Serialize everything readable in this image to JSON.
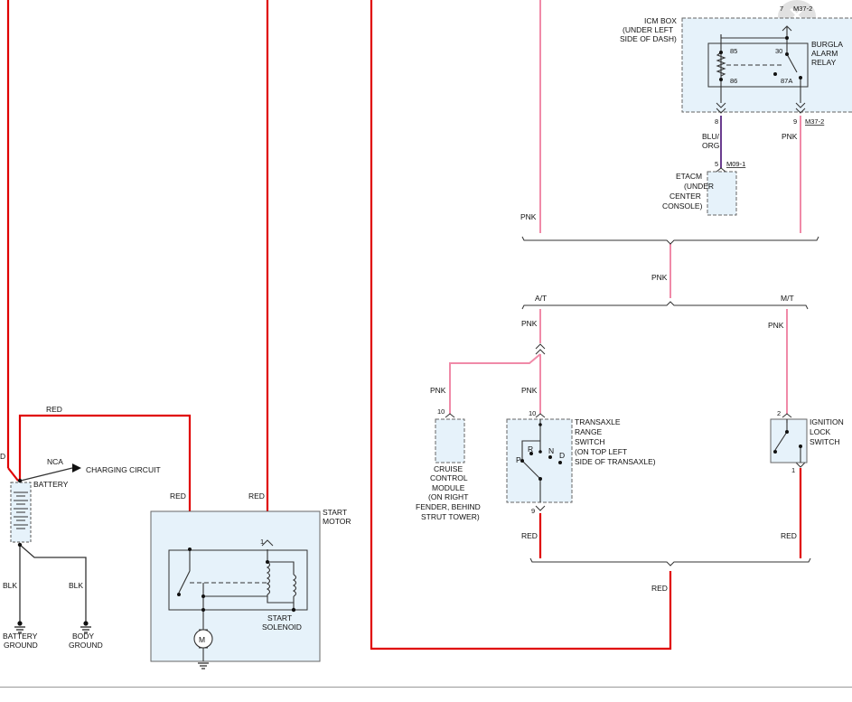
{
  "colors": {
    "red_wire": "#e00000",
    "pink_wire": "#f08aa8",
    "purple_wire": "#6a3d8f",
    "component_fill": "#e6f2fa",
    "component_border": "#666666"
  },
  "close_icon": "close-icon",
  "labels": {
    "left_d": "D",
    "red_top": "RED",
    "nca": "NCA",
    "charging_circuit": "CHARGING CIRCUIT",
    "battery": "BATTERY",
    "blk_left": "BLK",
    "blk_right": "BLK",
    "battery_ground": [
      "BATTERY",
      "GROUND"
    ],
    "body_ground": [
      "BODY",
      "GROUND"
    ],
    "red_solenoid_left": "RED",
    "red_solenoid_right": "RED",
    "pin_1_solenoid": "1",
    "start_motor": [
      "START",
      "MOTOR"
    ],
    "start_solenoid": [
      "START",
      "SOLENOID"
    ],
    "motor_m": "M",
    "icm_box": [
      "ICM BOX",
      "(UNDER LEFT",
      "SIDE OF DASH)"
    ],
    "relay_label": [
      "BURGLA",
      "ALARM",
      "RELAY"
    ],
    "pin_85": "85",
    "pin_86": "86",
    "pin_30": "30",
    "pin_87a": "87A",
    "conn_m37_2_top": "M37-2",
    "pin_7": "7",
    "pin_8": "8",
    "pin_9_icm": "9",
    "conn_m37_2": "M37-2",
    "blu_org": [
      "BLU/",
      "ORG"
    ],
    "pnk_icm": "PNK",
    "pin_5": "5",
    "conn_m09_1": "M09-1",
    "etacm": [
      "ETACM",
      "(UNDER",
      "CENTER",
      "CONSOLE)"
    ],
    "pnk_left_vertical": "PNK",
    "pnk_center": "PNK",
    "at": "A/T",
    "mt": "M/T",
    "pnk_at": "PNK",
    "pnk_mt": "PNK",
    "pnk_cruise": "PNK",
    "pnk_trs": "PNK",
    "pin_10_cruise": "10",
    "pin_10_trs": "10",
    "cruise": [
      "CRUISE",
      "CONTROL",
      "MODULE",
      "(ON RIGHT",
      "FENDER, BEHIND",
      "STRUT TOWER)"
    ],
    "trs": [
      "TRANSAXLE",
      "RANGE",
      "SWITCH",
      "(ON TOP LEFT",
      "SIDE OF TRANSAXLE)"
    ],
    "gear_p": "P",
    "gear_r": "R",
    "gear_n": "N",
    "gear_d": "D",
    "pin_9_trs": "9",
    "red_trs": "RED",
    "pin_2_ign": "2",
    "pin_1_ign": "1",
    "ignition": [
      "IGNITION",
      "LOCK",
      "SWITCH"
    ],
    "red_ign": "RED",
    "red_bottom": "RED"
  }
}
